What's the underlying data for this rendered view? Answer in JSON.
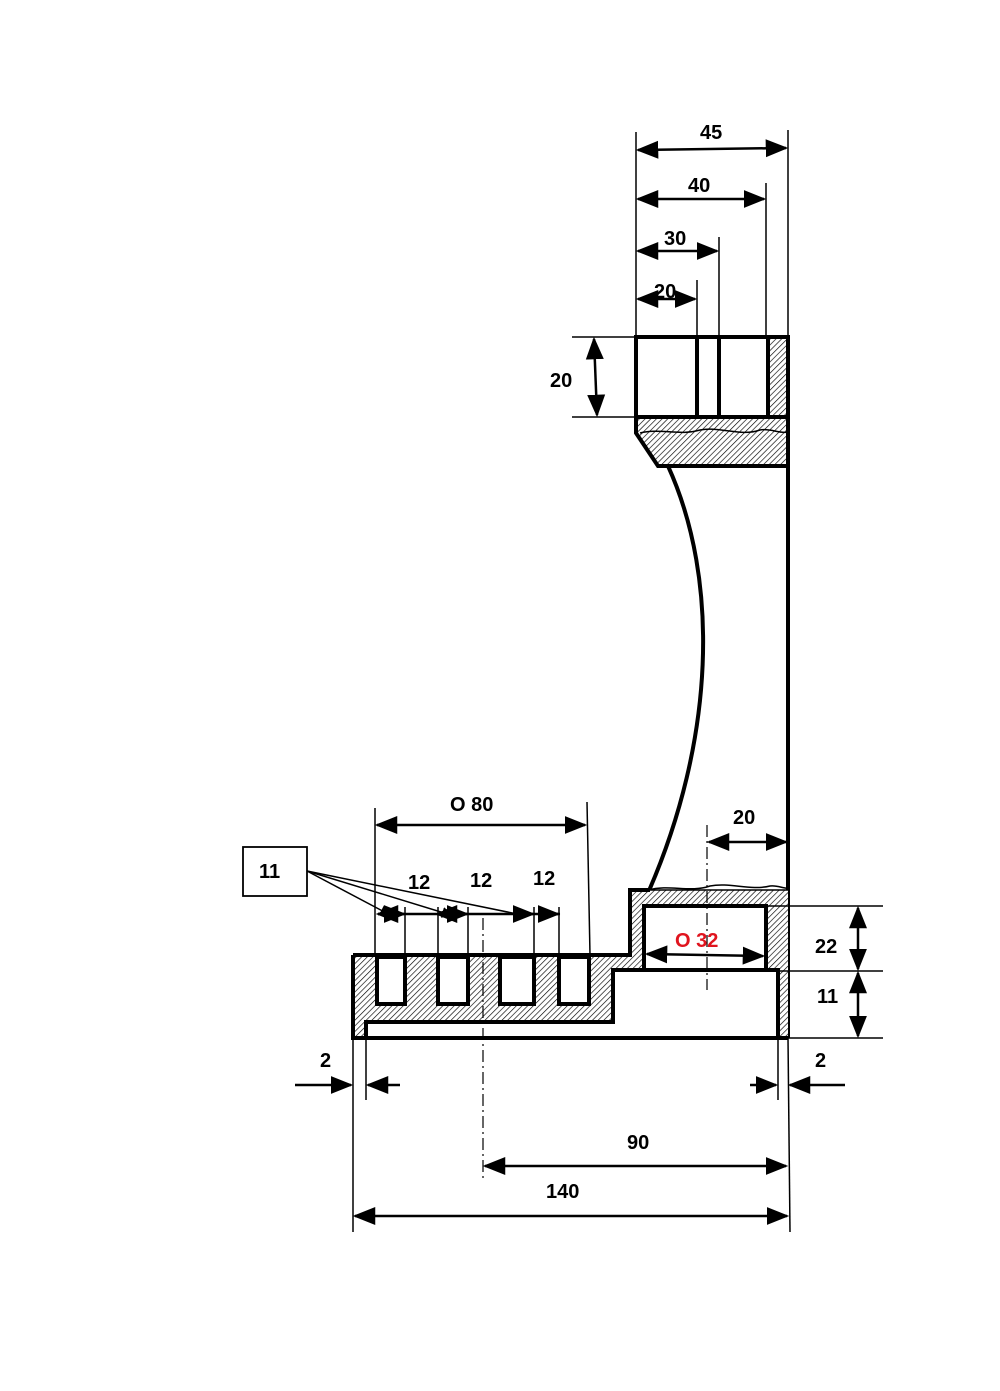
{
  "dimensions": {
    "top_45": "45",
    "top_40": "40",
    "top_30": "30",
    "top_20": "20",
    "height_20": "20",
    "diam_80": "O 80",
    "right_20": "20",
    "slot_12_a": "12",
    "slot_12_b": "12",
    "slot_12_c": "12",
    "callout_11": "11",
    "diam_32": "O 32",
    "height_22": "22",
    "height_11": "11",
    "gap_left_2": "2",
    "gap_right_2": "2",
    "length_90": "90",
    "length_140": "140"
  },
  "colors": {
    "line": "#000000",
    "highlight": "#e0141e",
    "background": "#ffffff"
  }
}
